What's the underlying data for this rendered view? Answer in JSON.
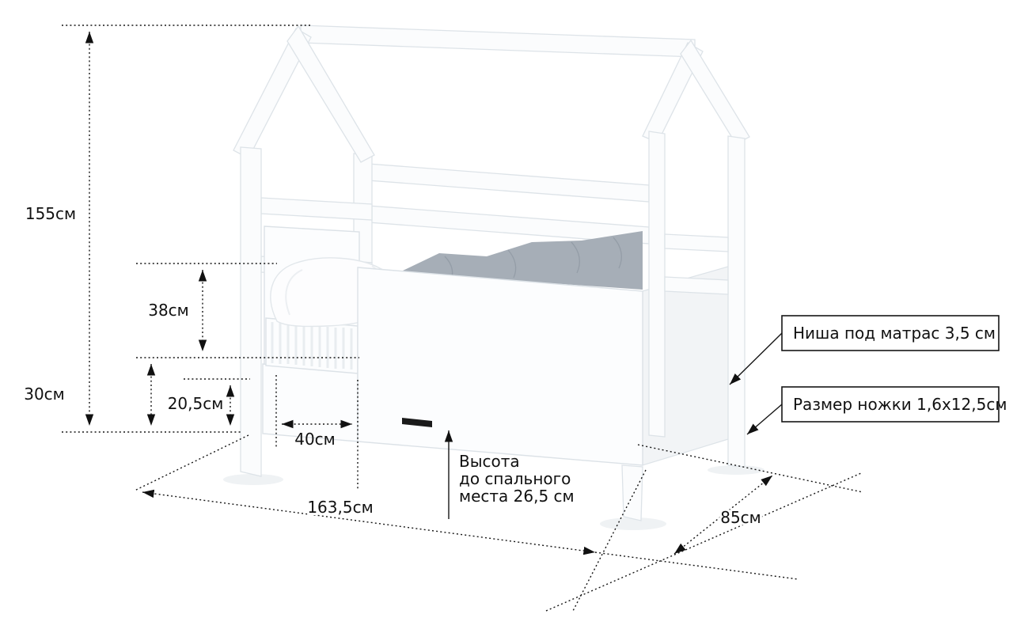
{
  "dims": {
    "total_height": "155см",
    "rail": "38см",
    "base": "30см",
    "niche": "20,5см",
    "opening": "40см",
    "length": "163,5см",
    "depth": "85см",
    "sleep1": "Высота",
    "sleep2": "до спального",
    "sleep3": "места 26,5 см"
  },
  "callouts": {
    "mattress": "Ниша под матрас 3,5 см",
    "legs": "Размер ножки 1,6x12,5см"
  },
  "colors": {
    "line": "#161616",
    "bed_fill": "#fbfcfd",
    "bed_stroke": "#dde3e8",
    "blanket": "#a6aeb7",
    "shadow": "#eff2f4",
    "background": "#ffffff"
  }
}
